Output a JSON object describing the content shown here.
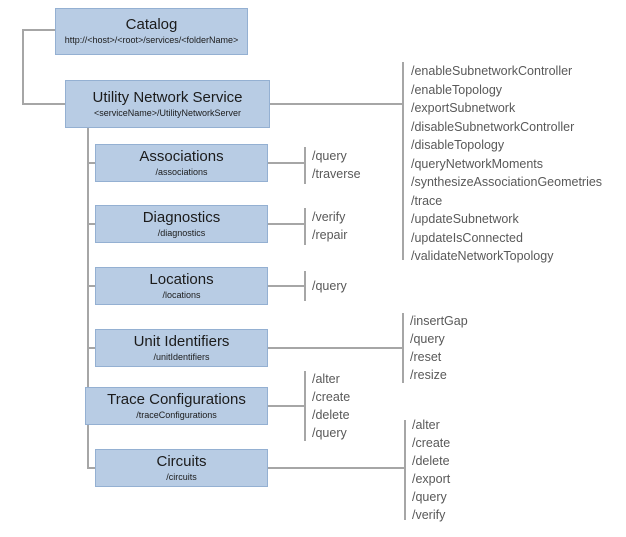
{
  "diagram": {
    "colors": {
      "box_fill": "#b8cce4",
      "box_border": "#94b0d2",
      "connector": "#a6a6a6",
      "operation_text": "#595959"
    },
    "catalog": {
      "title": "Catalog",
      "subtitle": "http://<host>/<root>/services/<folderName>"
    },
    "service": {
      "title": "Utility Network Service",
      "subtitle": "<serviceName>/UtilityNetworkServer",
      "operations": [
        "/enableSubnetworkController",
        "/enableTopology",
        "/exportSubnetwork",
        "/disableSubnetworkController",
        "/disableTopology",
        "/queryNetworkMoments",
        "/synthesizeAssociationGeometries",
        "/trace",
        "/updateSubnetwork",
        "/updateIsConnected",
        "/validateNetworkTopology"
      ]
    },
    "children": [
      {
        "title": "Associations",
        "subtitle": "/associations",
        "operations": [
          "/query",
          "/traverse"
        ]
      },
      {
        "title": "Diagnostics",
        "subtitle": "/diagnostics",
        "operations": [
          "/verify",
          "/repair"
        ]
      },
      {
        "title": "Locations",
        "subtitle": "/locations",
        "operations": [
          "/query"
        ]
      },
      {
        "title": "Unit Identifiers",
        "subtitle": "/unitIdentifiers",
        "operations": [
          "/insertGap",
          "/query",
          "/reset",
          "/resize"
        ]
      },
      {
        "title": "Trace Configurations",
        "subtitle": "/traceConfigurations",
        "operations": [
          "/alter",
          "/create",
          "/delete",
          "/query"
        ]
      },
      {
        "title": "Circuits",
        "subtitle": "/circuits",
        "operations": [
          "/alter",
          "/create",
          "/delete",
          "/export",
          "/query",
          "/verify"
        ]
      }
    ]
  }
}
